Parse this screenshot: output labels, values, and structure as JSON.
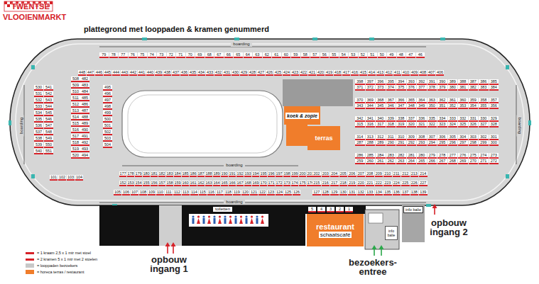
{
  "diagram": {
    "title": "plattegrond met looppaden & kramen genummerd",
    "nodes": [
      {
        "text": [
          "koek & zopie"
        ]
      },
      {
        "text": [
          "terras"
        ]
      },
      {
        "text": [
          "restaurant",
          "schaatscafé"
        ]
      },
      {
        "text": [
          "info balie"
        ]
      },
      {
        "text": [
          "info balie"
        ]
      }
    ],
    "labels": [
      "TWENTSE",
      "VLOOIENMARKT",
      "boarding",
      "boarding",
      "boarding",
      "boarding",
      "boarding",
      "toiletten",
      "opbouw ingang 1",
      "opbouw ingang 2",
      "bezoekers- entree",
      "5",
      "4",
      "3",
      "2",
      "1",
      "79",
      "78",
      "77",
      "76",
      "75",
      "74",
      "73",
      "72",
      "71",
      "70",
      "69",
      "68",
      "67",
      "66",
      "65",
      "64",
      "63",
      "62",
      "61",
      "60",
      "59",
      "58",
      "57",
      "56",
      "55",
      "54",
      "53",
      "52",
      "51",
      "50",
      "49",
      "48",
      "47",
      "46",
      "448",
      "447",
      "446",
      "445",
      "444",
      "443",
      "442",
      "441",
      "440",
      "439",
      "438",
      "437",
      "436",
      "435",
      "434",
      "433",
      "432",
      "431",
      "430",
      "429",
      "428",
      "427",
      "426",
      "425",
      "424",
      "423",
      "422",
      "421",
      "420",
      "419",
      "418",
      "417",
      "416",
      "415",
      "414",
      "413",
      "412",
      "411",
      "410",
      "409",
      "408",
      "407",
      "406",
      "398",
      "397",
      "396",
      "395",
      "394",
      "393",
      "392",
      "391",
      "390",
      "389",
      "388",
      "387",
      "386",
      "385",
      "371",
      "372",
      "373",
      "374",
      "375",
      "376",
      "377",
      "378",
      "379",
      "380",
      "381",
      "382",
      "383",
      "384",
      "370",
      "369",
      "368",
      "367",
      "366",
      "365",
      "364",
      "363",
      "362",
      "361",
      "360",
      "359",
      "358",
      "357",
      "343",
      "344",
      "345",
      "346",
      "347",
      "348",
      "349",
      "350",
      "351",
      "352",
      "353",
      "354",
      "355",
      "356",
      "342",
      "341",
      "340",
      "339",
      "338",
      "337",
      "336",
      "335",
      "334",
      "333",
      "332",
      "331",
      "330",
      "329",
      "315",
      "316",
      "317",
      "318",
      "319",
      "320",
      "321",
      "322",
      "323",
      "324",
      "325",
      "326",
      "327",
      "328",
      "314",
      "313",
      "312",
      "311",
      "310",
      "309",
      "308",
      "307",
      "306",
      "305",
      "304",
      "303",
      "302",
      "301",
      "287",
      "288",
      "289",
      "290",
      "291",
      "292",
      "293",
      "294",
      "295",
      "296",
      "297",
      "298",
      "299",
      "300",
      "286",
      "285",
      "284",
      "283",
      "282",
      "281",
      "280",
      "279",
      "278",
      "277",
      "276",
      "275",
      "274",
      "273",
      "259",
      "260",
      "261",
      "262",
      "263",
      "264",
      "265",
      "266",
      "267",
      "268",
      "269",
      "270",
      "271",
      "272",
      "177",
      "178",
      "179",
      "180",
      "181",
      "182",
      "183",
      "184",
      "185",
      "186",
      "187",
      "188",
      "189",
      "190",
      "191",
      "192",
      "193",
      "194",
      "195",
      "196",
      "197",
      "198",
      "199",
      "200",
      "201",
      "202",
      "203",
      "204",
      "205",
      "206",
      "207",
      "208",
      "209",
      "210",
      "211",
      "212",
      "213",
      "214",
      "152",
      "153",
      "154",
      "155",
      "156",
      "157",
      "158",
      "159",
      "160",
      "161",
      "162",
      "163",
      "164",
      "165",
      "166",
      "167",
      "168",
      "169",
      "170",
      "171",
      "172",
      "173",
      "174",
      "175",
      "176",
      "215",
      "216",
      "217",
      "218",
      "219",
      "220",
      "221",
      "222",
      "223",
      "224",
      "225",
      "226",
      "227",
      "105",
      "106",
      "107",
      "108",
      "109",
      "110",
      "111",
      "112",
      "113",
      "114",
      "115",
      "116",
      "117",
      "118",
      "119",
      "120",
      "121",
      "122",
      "123",
      "124",
      "125",
      "126",
      "127",
      "128",
      "129",
      "130",
      "131",
      "132",
      "133",
      "134",
      "135",
      "136",
      "137",
      "138",
      "139",
      "101",
      "102",
      "103",
      "104",
      "530",
      "531",
      "532",
      "533",
      "534",
      "535",
      "536",
      "537",
      "538",
      "539",
      "540",
      "541",
      "542",
      "543",
      "544",
      "545",
      "546",
      "547",
      "548",
      "549",
      "550",
      "551",
      "508",
      "509",
      "510",
      "511",
      "512",
      "513",
      "514",
      "515",
      "516",
      "517",
      "518",
      "519",
      "520",
      "482",
      "483",
      "484",
      "485",
      "486",
      "487",
      "488",
      "489",
      "490",
      "491",
      "492",
      "493",
      "494",
      "495",
      "496",
      "497",
      "498",
      "499",
      "500",
      "501",
      "502",
      "503",
      "504"
    ],
    "legend": [
      {
        "text": "= 1 kraam 2,5 x 1 mtr met stoel",
        "color": "#d62128"
      },
      {
        "text": "= 2 kramen 5 x 1 mtr met 2 stoelen",
        "color": "#d62128"
      },
      {
        "text": "= looppaden bezoekers",
        "color": "#c8c8c8"
      },
      {
        "text": "= horeca terras / restaurant",
        "color": "#f07d2b"
      }
    ]
  }
}
